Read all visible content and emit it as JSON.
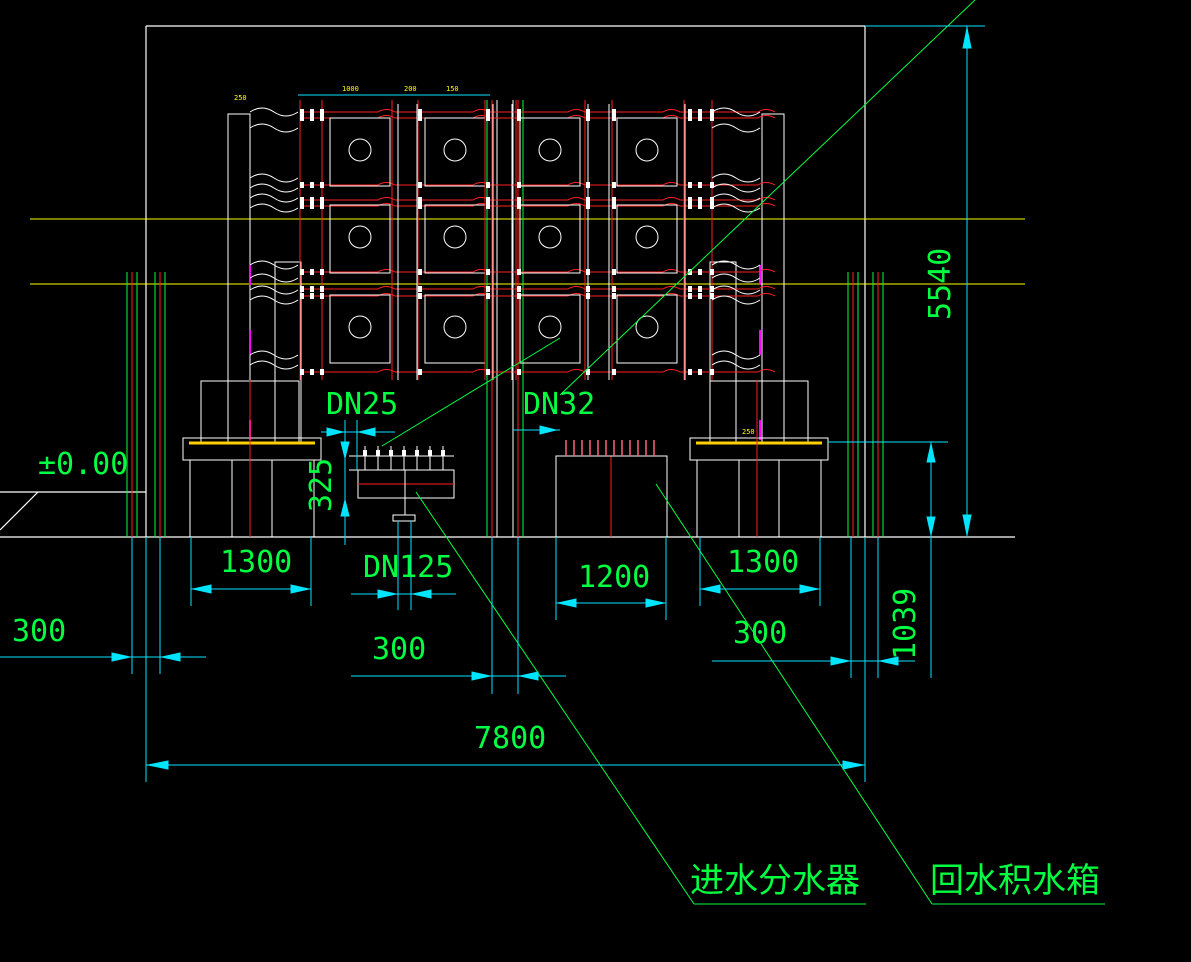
{
  "drawing": {
    "colors": {
      "background": "#000000",
      "outline": "#ffffff",
      "pipe": "#ff2020",
      "dimension": "#00e5ff",
      "text": "#00ff40",
      "axis": "#ffff00",
      "leader": "#00ff40"
    },
    "level_label": "±0.00",
    "height_label": "5540",
    "dim_labels": {
      "dn25": "DN25",
      "dn32": "DN32",
      "dn125": "DN125",
      "d325": "325",
      "d1300_left": "1300",
      "d1300_right": "1300",
      "d1200": "1200",
      "d300_left": "300",
      "d300_mid": "300",
      "d300_right": "300",
      "d1039": "1039",
      "d7800": "7800"
    },
    "small_labels": {
      "top_1000": "1000",
      "top_200": "200",
      "top_150": "150",
      "corner_250": "250",
      "right_note": "250"
    },
    "callouts": {
      "supply_manifold": "进水分水器",
      "return_tank": "回水积水箱"
    }
  }
}
